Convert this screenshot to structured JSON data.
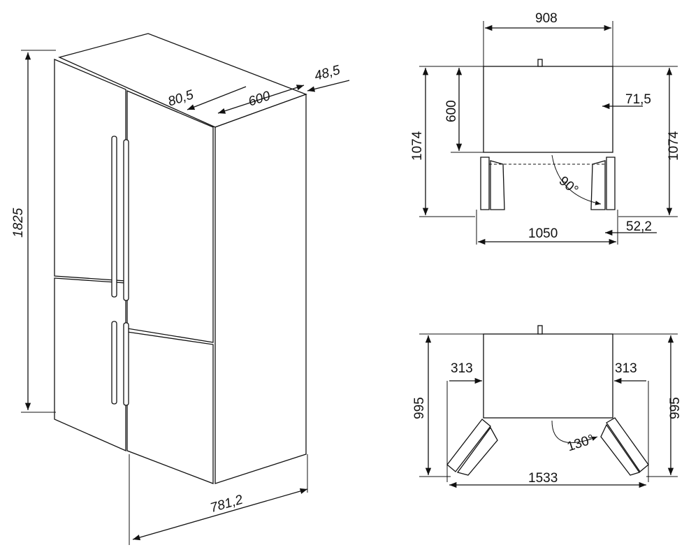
{
  "iso_view": {
    "height": "1825",
    "door_offset": "80,5",
    "depth": "600",
    "handle_offset": "48,5",
    "width_diag": "781,2"
  },
  "top_view_90": {
    "width": "908",
    "depth": "600",
    "total_depth_left": "1074",
    "total_depth_right": "1074",
    "side_offset": "71,5",
    "angle": "90°",
    "total_width": "1050",
    "door_offset": "52,2"
  },
  "top_view_130": {
    "door_left": "313",
    "door_right": "313",
    "depth_left": "995",
    "depth_right": "995",
    "angle": "130°",
    "total_width": "1533"
  }
}
